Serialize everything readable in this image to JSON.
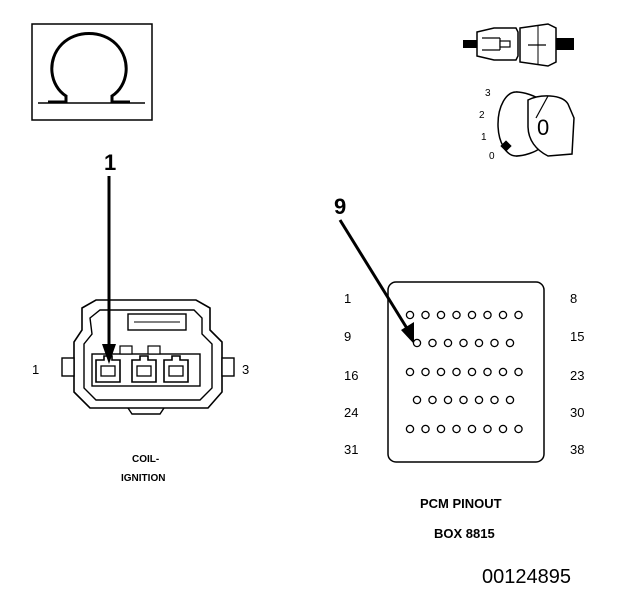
{
  "ohm_symbol": "Ω",
  "coil": {
    "callout": "1",
    "pin_left": "1",
    "pin_right": "3",
    "caption_line1": "COIL-",
    "caption_line2": "IGNITION"
  },
  "ignition_switch": {
    "positions": [
      "3",
      "2",
      "1",
      "0"
    ],
    "key_label": "0"
  },
  "pcm": {
    "callout": "9",
    "row_labels_left": [
      "1",
      "9",
      "16",
      "24",
      "31"
    ],
    "row_labels_right": [
      "8",
      "15",
      "23",
      "30",
      "38"
    ],
    "row_pin_counts": [
      8,
      7,
      8,
      7,
      8
    ],
    "caption_line1": "PCM PINOUT",
    "caption_line2": "BOX 8815"
  },
  "figure_number": "00124895"
}
